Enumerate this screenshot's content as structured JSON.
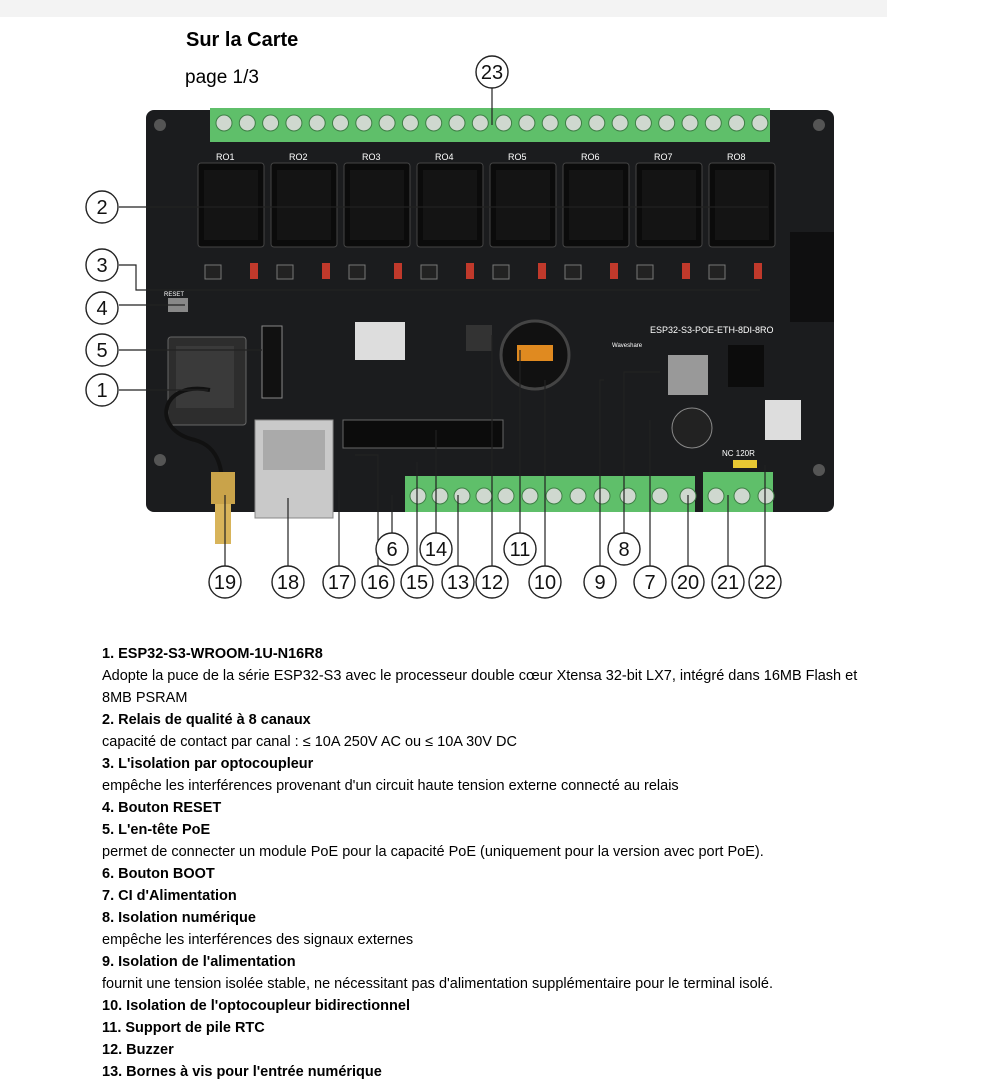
{
  "header": {
    "title": "Sur la Carte",
    "page": "page 1/3"
  },
  "board": {
    "model_label": "ESP32-S3-POE-ETH-8DI-8RO",
    "brand_label": "Waveshare",
    "reset_label": "RESET",
    "terminal_label": "NC   120R",
    "relay_labels": [
      "RO1",
      "RO2",
      "RO3",
      "RO4",
      "RO5",
      "RO6",
      "RO7",
      "RO8"
    ],
    "callouts": [
      "1",
      "2",
      "3",
      "4",
      "5",
      "6",
      "7",
      "8",
      "9",
      "10",
      "11",
      "12",
      "13",
      "14",
      "15",
      "16",
      "17",
      "18",
      "19",
      "20",
      "21",
      "22",
      "23"
    ]
  },
  "legend": [
    {
      "num": "1.",
      "heading": "ESP32-S3-WROOM-1U-N16R8",
      "text": "Adopte la puce de la série ESP32-S3 avec le processeur double cœur Xtensa 32-bit LX7, intégré dans 16MB Flash et 8MB PSRAM"
    },
    {
      "num": "2.",
      "heading": "Relais de qualité à 8 canaux",
      "text": "capacité de contact par canal : ≤ 10A 250V AC ou ≤ 10A 30V DC"
    },
    {
      "num": "3.",
      "heading": "L'isolation par optocoupleur",
      "text": "empêche les interférences provenant d'un circuit haute tension externe connecté au relais"
    },
    {
      "num": "4.",
      "heading": "Bouton RESET",
      "text": ""
    },
    {
      "num": "5.",
      "heading": "L'en-tête PoE",
      "text": "permet de connecter un module PoE pour la capacité PoE (uniquement pour la version avec port PoE)."
    },
    {
      "num": "6.",
      "heading": "Bouton BOOT",
      "text": ""
    },
    {
      "num": "7.",
      "heading": "CI d'Alimentation",
      "text": ""
    },
    {
      "num": "8.",
      "heading": "Isolation numérique",
      "text": "empêche les interférences des signaux externes"
    },
    {
      "num": "9.",
      "heading": "Isolation de l'alimentation",
      "text": "fournit une tension isolée stable, ne nécessitant pas d'alimentation supplémentaire pour le terminal isolé."
    },
    {
      "num": "10.",
      "heading": "Isolation de l'optocoupleur bidirectionnel",
      "text": ""
    },
    {
      "num": "11.",
      "heading": "Support de pile RTC",
      "text": ""
    },
    {
      "num": "12.",
      "heading": "Buzzer",
      "text": ""
    },
    {
      "num": "13.",
      "heading": "Bornes à vis pour l'entrée numérique",
      "text": ""
    }
  ]
}
